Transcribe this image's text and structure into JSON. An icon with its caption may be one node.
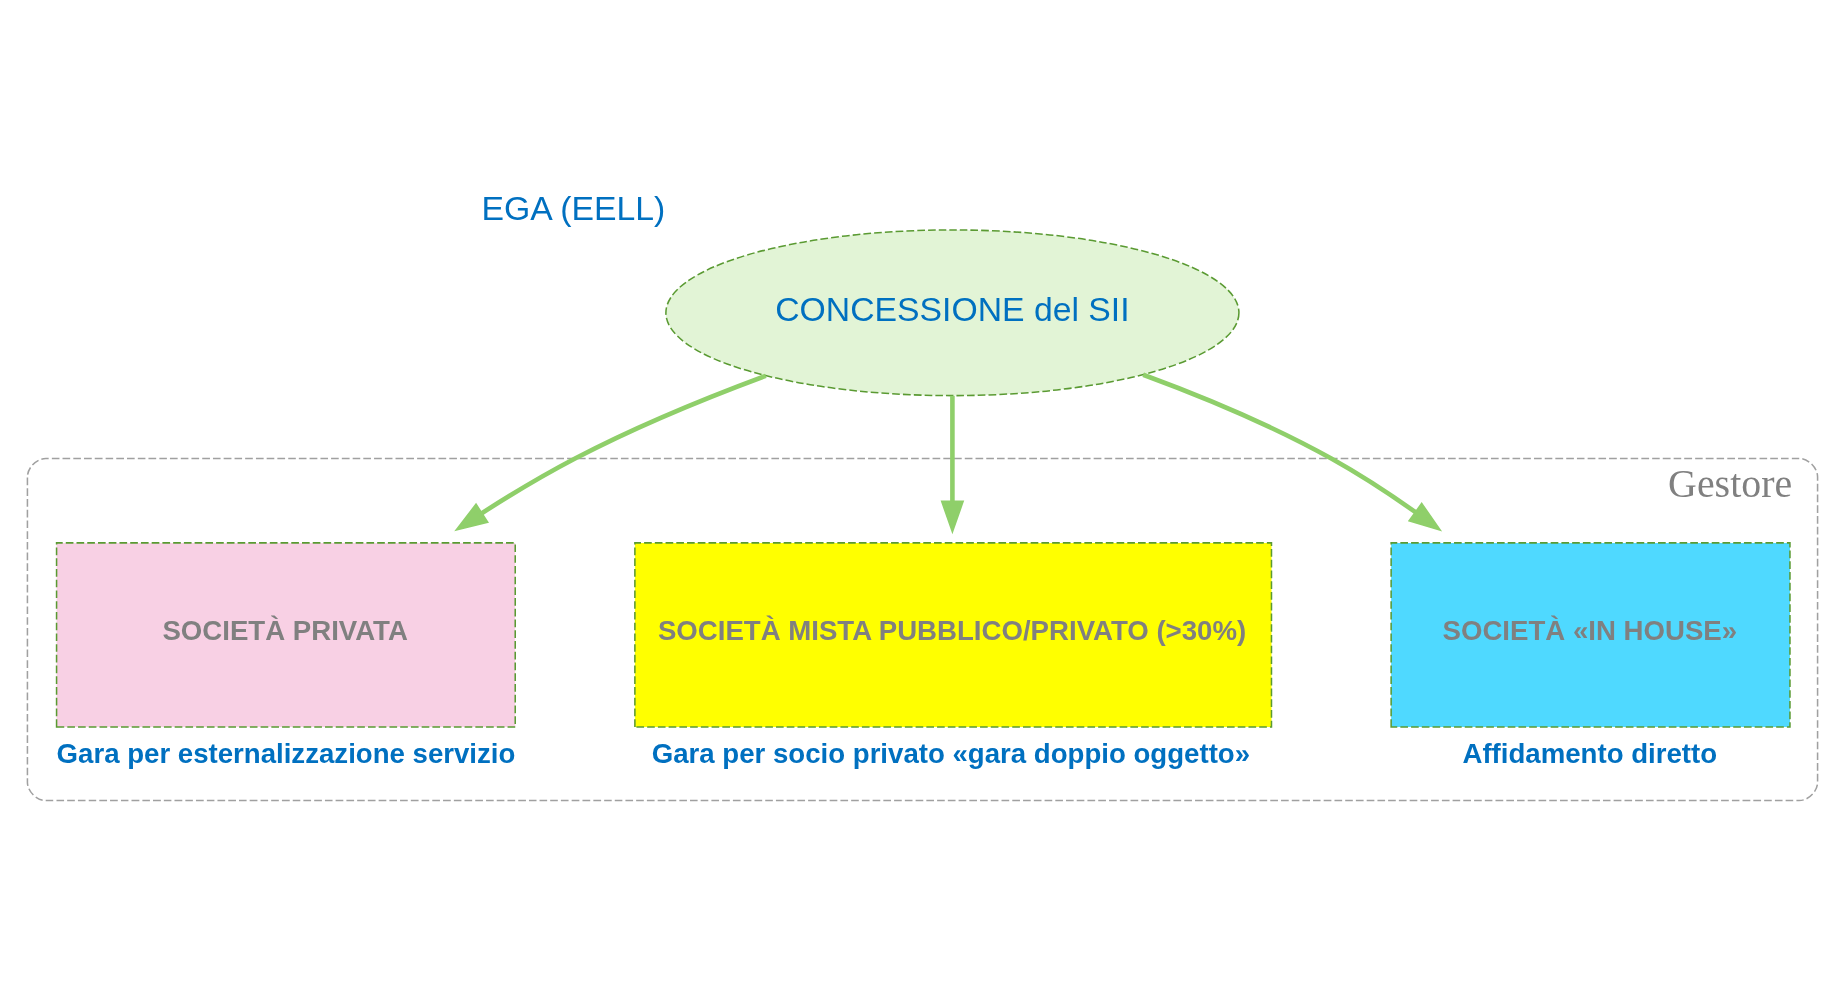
{
  "diagram": {
    "nodes": [
      {
        "text": [
          "CONCESSIONE del SII"
        ],
        "beside": [
          "EGA (EELL)"
        ]
      },
      {
        "text": [
          "Gestore"
        ]
      },
      {
        "text": [
          "SOCIETÀ «IN HOUSE»"
        ],
        "in": 1,
        "beside": [
          "Affidamento diretto"
        ]
      },
      {
        "text": [
          "SOCIETÀ MISTA PUBBLICO/PRIVATO (>30%)"
        ],
        "in": 1,
        "beside": [
          "Gara per socio privato «gara doppio oggetto»"
        ]
      },
      {
        "text": [
          "SOCIETÀ PRIVATA"
        ],
        "in": 1,
        "beside": [
          "Gara per esternalizzazione servizio"
        ]
      }
    ],
    "edges": [
      {
        "from": 0,
        "to": 2,
        "arrow": "to"
      },
      {
        "from": 0,
        "to": 3,
        "arrow": "to"
      },
      {
        "from": 0,
        "to": 4,
        "arrow": "to"
      }
    ]
  }
}
